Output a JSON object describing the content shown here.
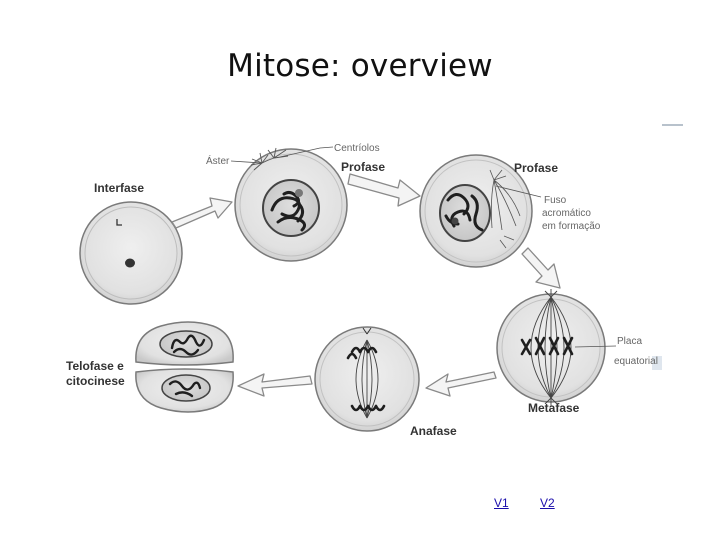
{
  "title": "Mitose: overview",
  "labels": {
    "interfase": "Interfase",
    "profase1": "Profase",
    "profase2": "Profase",
    "metafase": "Metafase",
    "anafase": "Anafase",
    "telofase_line1": "Telofase e",
    "telofase_line2": "citocinese",
    "aster": "Áster",
    "centriolos": "Centríolos",
    "fuso_line1": "Fuso",
    "fuso_line2": "acromático",
    "fuso_line3": "em formação",
    "placa_line1": "Placa",
    "placa_line2": "equatorial"
  },
  "links": {
    "v1": "V1",
    "v2": "V2"
  },
  "colors": {
    "cell_fill": "#e4e4e4",
    "cell_stroke": "#777777",
    "nucleus_fill": "#d0d0d0",
    "arrow_fill": "#f4f4f4",
    "arrow_stroke": "#8a8a8a",
    "link": "#1a0dab"
  }
}
